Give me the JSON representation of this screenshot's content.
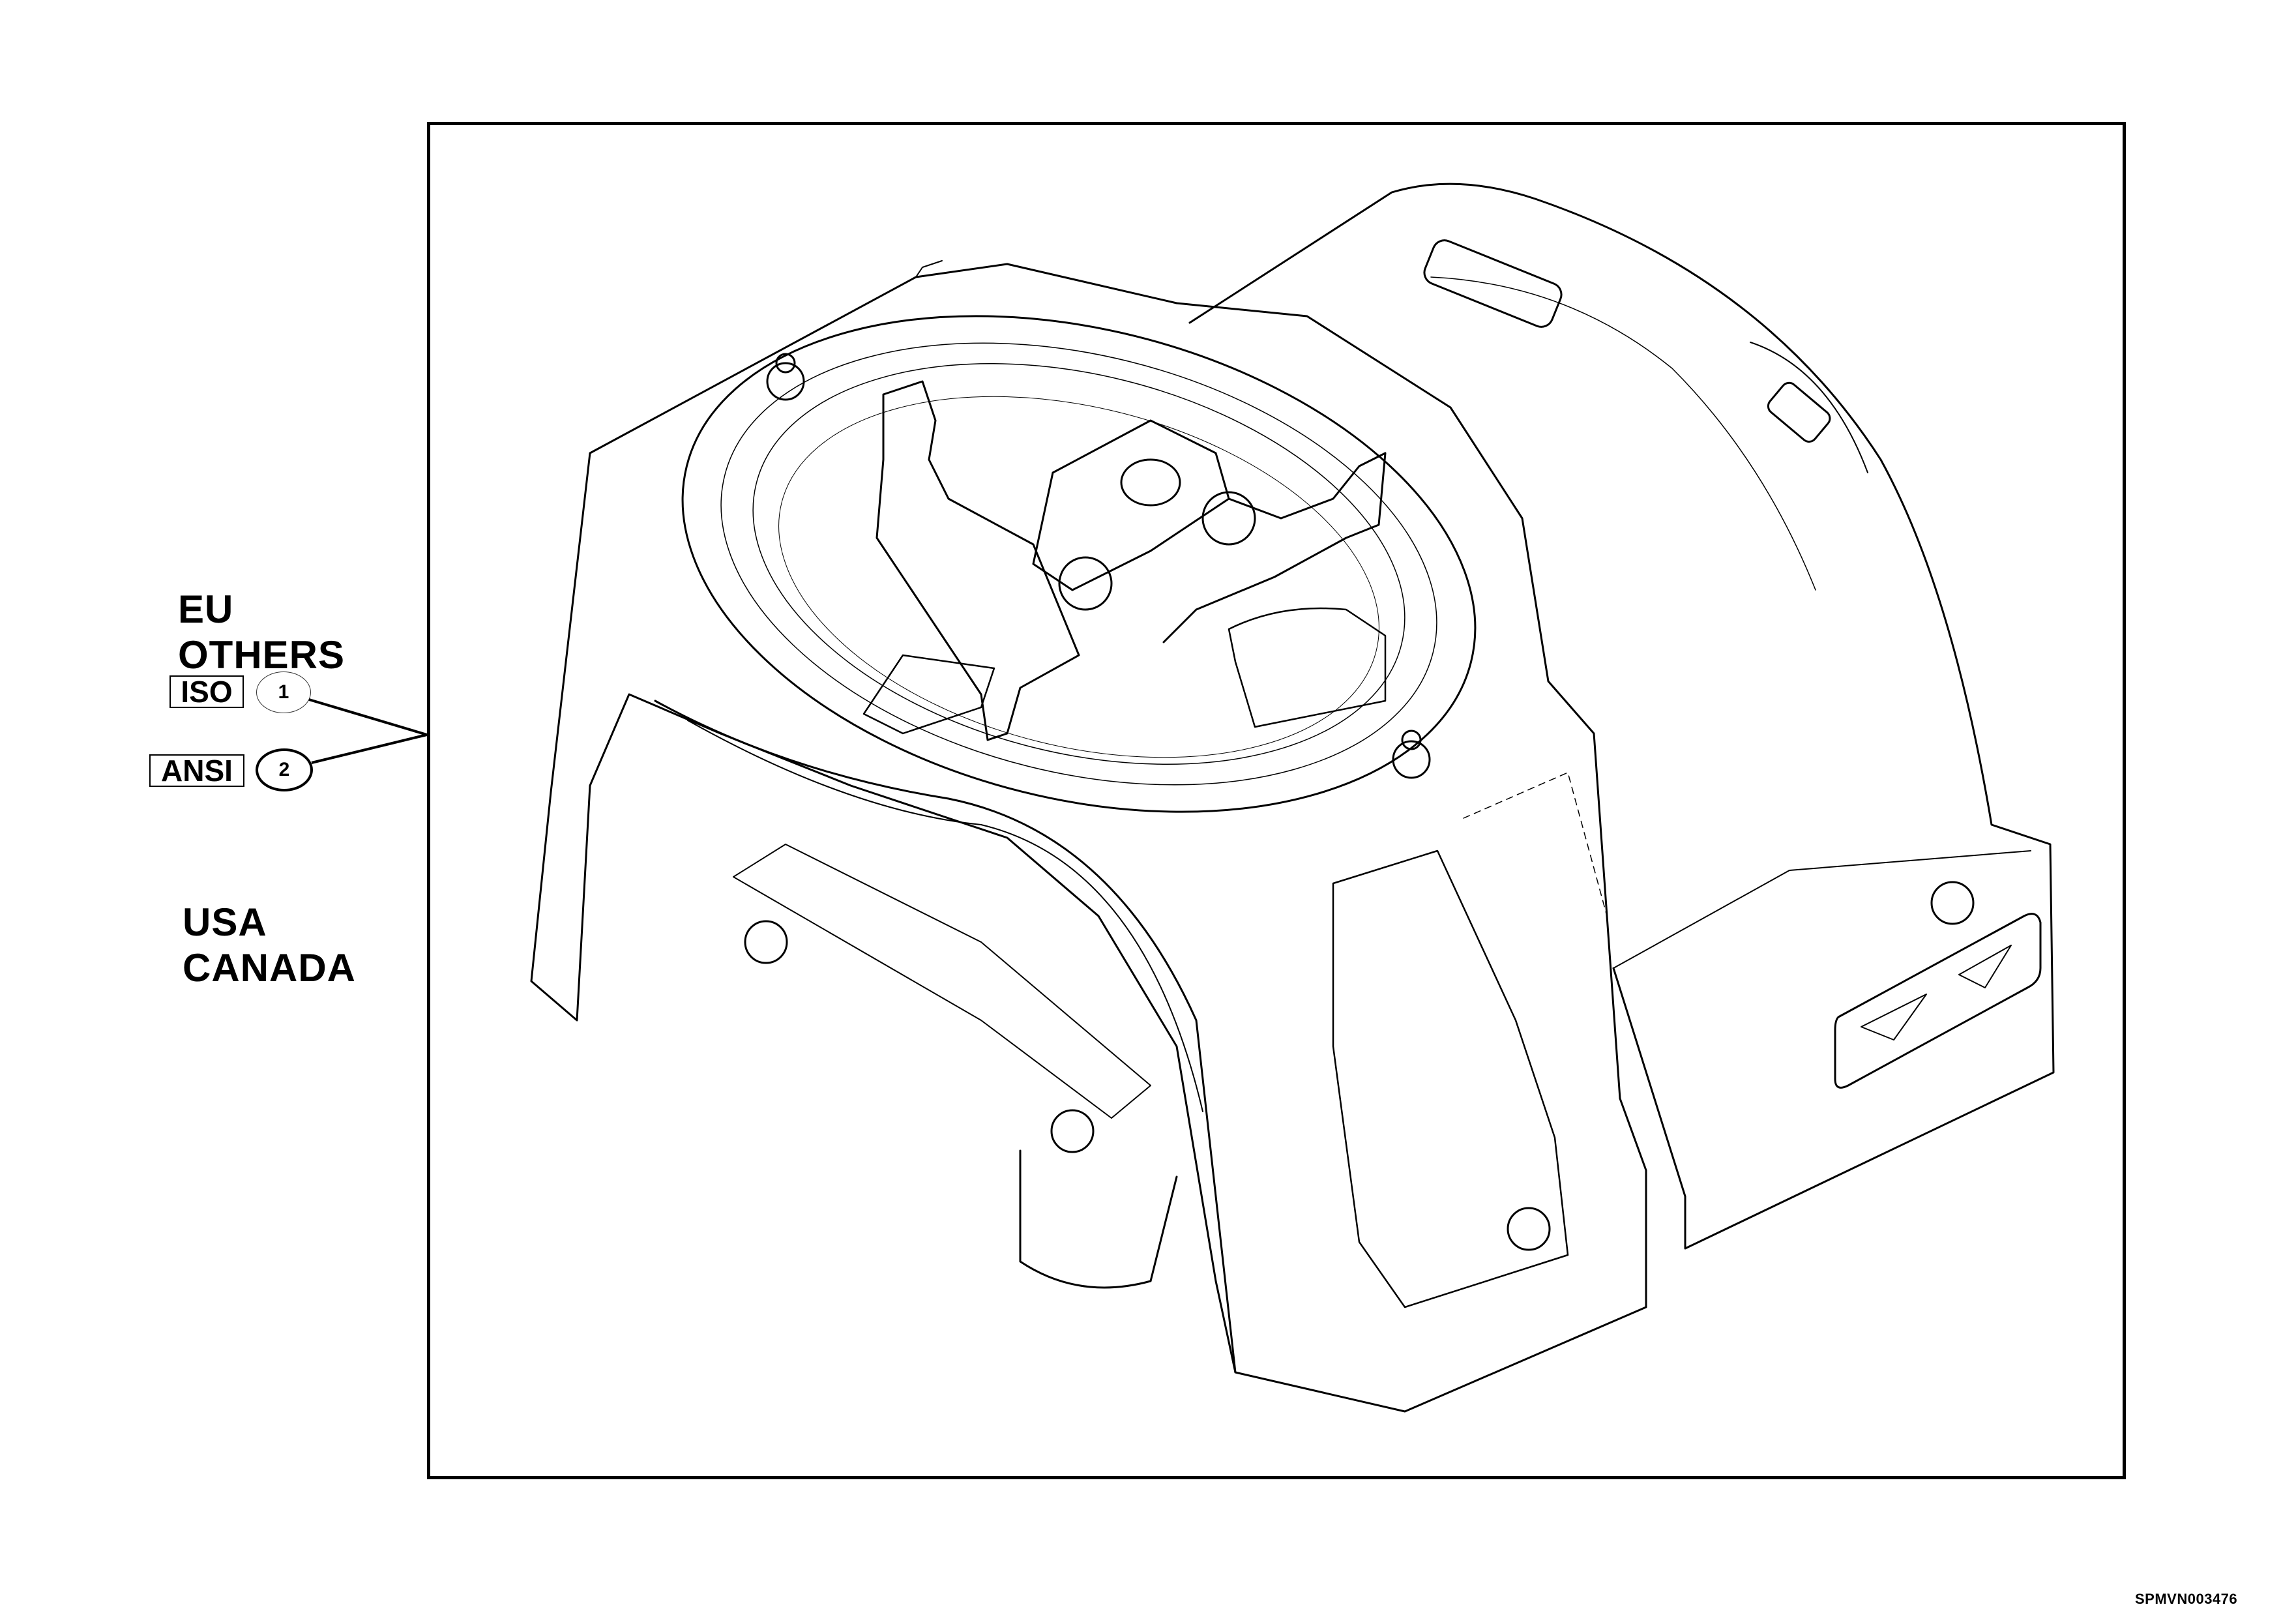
{
  "diagram": {
    "type": "technical-parts-illustration",
    "subject": "spreader housing assembly (isometric line drawing)",
    "frame_color": "#000000",
    "background": "#ffffff"
  },
  "labels": {
    "group_top": {
      "line1": "EU",
      "line2": "OTHERS"
    },
    "group_bottom": {
      "line1": "USA",
      "line2": "CANADA"
    }
  },
  "standards": [
    {
      "standard": "ISO",
      "callout": "1",
      "circle_style": "thin"
    },
    {
      "standard": "ANSI",
      "callout": "2",
      "circle_style": "bold"
    }
  ],
  "reference_code": "SPMVN003476"
}
